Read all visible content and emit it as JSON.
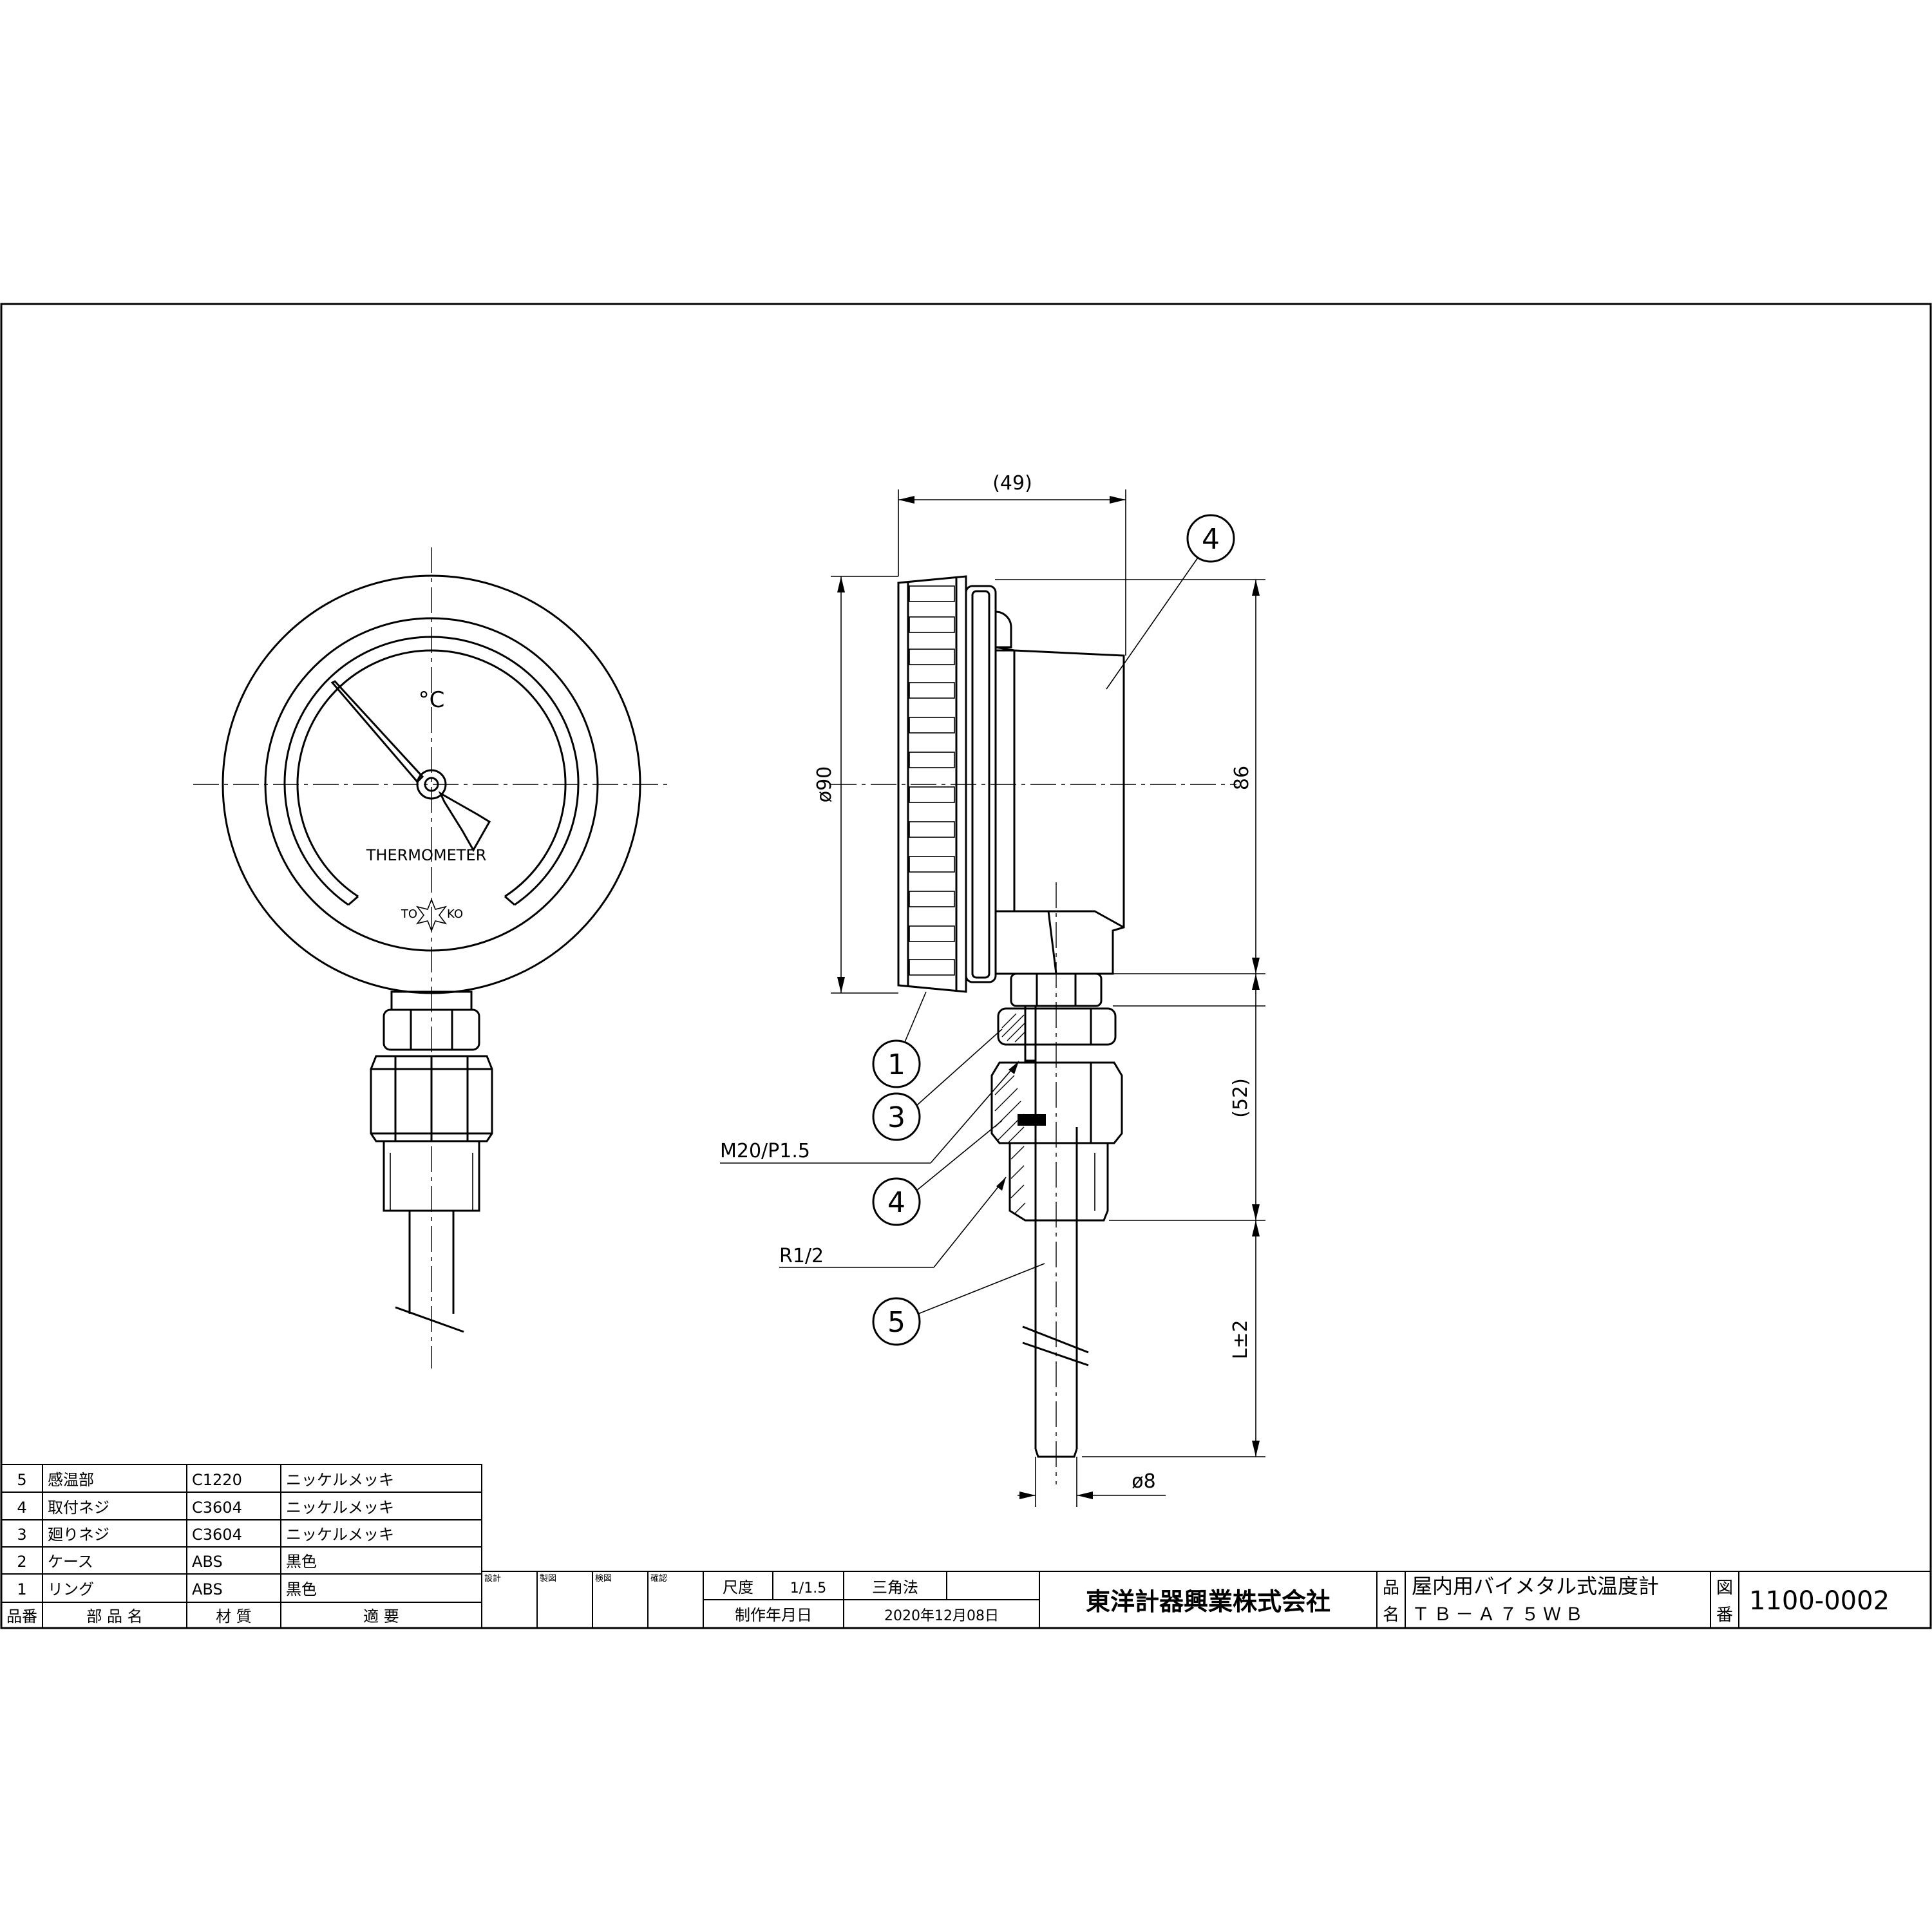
{
  "front_view": {
    "unit_label": "°C",
    "dial_label": "THERMOMETER",
    "brand_left": "TO",
    "brand_right": "KO"
  },
  "side_view": {
    "dim_width": "(49)",
    "dim_diameter": "ø90",
    "dim_height": "86",
    "dim_fitting": "(52)",
    "dim_length": "L±2",
    "dim_stem_diameter": "ø8",
    "thread_label_1": "M20/P1.5",
    "thread_label_2": "R1/2",
    "balloons": [
      "4",
      "1",
      "3",
      "4",
      "5"
    ]
  },
  "parts_table": {
    "headers": [
      "品番",
      "部 品 名",
      "材 質",
      "適 要"
    ],
    "rows": [
      {
        "no": "5",
        "name": "感温部",
        "material": "C1220",
        "note": "ニッケルメッキ"
      },
      {
        "no": "4",
        "name": "取付ネジ",
        "material": "C3604",
        "note": "ニッケルメッキ"
      },
      {
        "no": "3",
        "name": "廻りネジ",
        "material": "C3604",
        "note": "ニッケルメッキ"
      },
      {
        "no": "2",
        "name": "ケース",
        "material": "ABS",
        "note": "黒色"
      },
      {
        "no": "1",
        "name": "リング",
        "material": "ABS",
        "note": "黒色"
      }
    ]
  },
  "title_block": {
    "approvals": [
      "設計",
      "製図",
      "検図",
      "確認"
    ],
    "scale_label": "尺度",
    "scale_value": "1/1.5",
    "projection": "三角法",
    "date_label": "制作年月日",
    "date_value": "2020年12月08日",
    "company": "東洋計器興業株式会社",
    "name_label_1": "品",
    "name_label_2": "名",
    "product_name": "屋内用バイメタル式温度計",
    "product_model": "ＴＢ－Ａ７５ＷＢ",
    "drawing_no_label_1": "図",
    "drawing_no_label_2": "番",
    "drawing_no": "1100-0002"
  }
}
